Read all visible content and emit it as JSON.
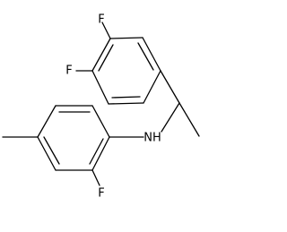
{
  "molecule": {
    "atoms": {
      "f_top": "F",
      "f_left": "F",
      "nh": "NH",
      "f_bottom": "F"
    }
  }
}
